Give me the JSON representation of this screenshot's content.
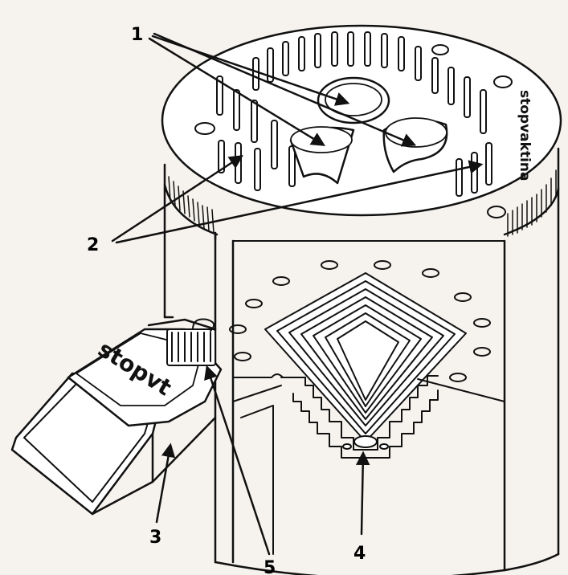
{
  "diagram": {
    "callouts": {
      "c1": "1",
      "c2": "2",
      "c3": "3",
      "c4": "4",
      "c5": "5"
    },
    "lid_brand": "stopvaktina",
    "tray_brand": "stopvt",
    "colors": {
      "ink": "#111111",
      "paper": "#f6f3ee",
      "fill": "#ffffff"
    }
  }
}
